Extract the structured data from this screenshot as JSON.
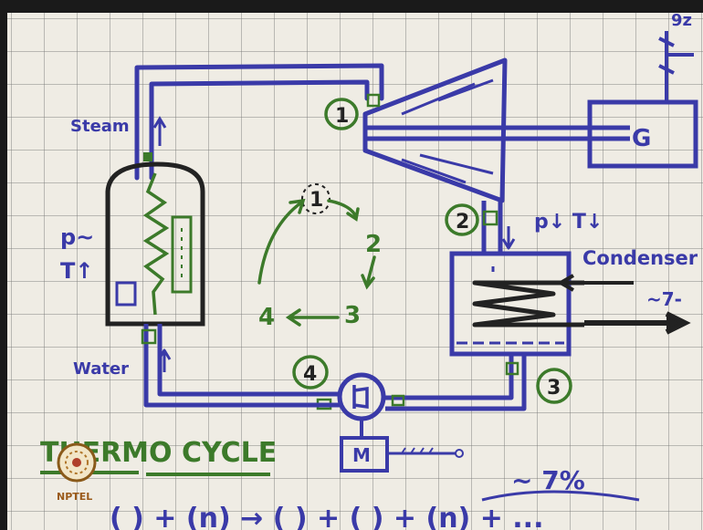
{
  "labels": {
    "steam": "Steam",
    "water": "Water",
    "boiler_p": "p~",
    "boiler_t": "T↑",
    "generator": "G",
    "condenser": "Condenser",
    "condenser_pt": "p↓ T↓",
    "cooling_flow": "~7-",
    "motor": "M",
    "top_corner": "9z"
  },
  "states": {
    "s1": "1",
    "s2": "2",
    "s3": "3",
    "s4": "4"
  },
  "cycle": {
    "n1": "1",
    "n2": "2",
    "n3": "3",
    "n4": "4"
  },
  "bottom": {
    "heading": "THERMO CYCLE",
    "equation": "( ) + (n) → ( ) + ( ) + (n) + ...",
    "efficiency": "~ 7%"
  },
  "logo": {
    "text": "NPTEL"
  },
  "colors": {
    "blue": "#3a3aa8",
    "green": "#3c7a2a",
    "dark": "#222222",
    "board": "#efece4"
  }
}
